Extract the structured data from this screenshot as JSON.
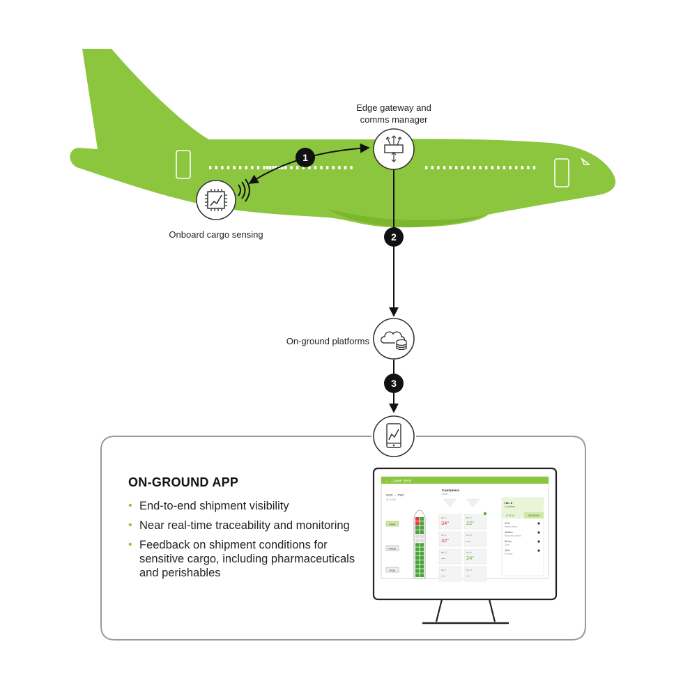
{
  "colors": {
    "plane": "#8cc63f",
    "accent_green": "#8cc63f",
    "line": "#111111",
    "icon_stroke": "#333333",
    "panel_border": "#999999",
    "temp_red": "#e03a3a",
    "temp_green": "#5aae2a"
  },
  "labels": {
    "gateway_line1": "Edge gateway and",
    "gateway_line2": "comms manager",
    "sensing": "Onboard cargo sensing",
    "platforms": "On-ground platforms"
  },
  "steps": [
    "1",
    "2",
    "3"
  ],
  "icons": {
    "sensing": "chip-signal-icon",
    "gateway": "router-antenna-icon",
    "platforms": "cloud-database-icon",
    "app": "tablet-chart-icon"
  },
  "panel": {
    "title": "ON-GROUND APP",
    "bullet_symbol": "•",
    "bullets": [
      "End-to-end shipment visibility",
      "Near real-time traceability and monitoring",
      "Feedback on shipment conditions for sensitive cargo, including pharmaceuticals and perishables"
    ]
  },
  "screen": {
    "back_arrow": "←",
    "header": "Lower deck",
    "section_title": "Containers",
    "section_sub": "Front",
    "route": "SVO → TXO",
    "route_sub": "SU 1234",
    "buttons": [
      "Front",
      "Middle",
      "Rear"
    ],
    "cards": [
      {
        "id": "no. 1",
        "temp": "34°",
        "status": "red"
      },
      {
        "id": "no. 4",
        "temp": "22°",
        "status": "green"
      },
      {
        "id": "no. 2",
        "temp": "32°",
        "status": "red"
      },
      {
        "id": "no. 5",
        "temp": "—",
        "status": "none"
      },
      {
        "id": "no. 3",
        "temp": "—",
        "status": "none"
      },
      {
        "id": "no. 6",
        "temp": "24°",
        "status": "green"
      },
      {
        "id": "no. 7",
        "temp": "—",
        "status": "none"
      },
      {
        "id": "no. 8",
        "temp": "—",
        "status": "none"
      }
    ],
    "detail_title": "no. 1",
    "detail_sub": "Container",
    "detail_tabs": [
      "STATUS",
      "SENSORS"
    ],
    "detail_rows": [
      {
        "value": "47%",
        "label": "Battery status",
        "icon": "battery-icon"
      },
      {
        "value": "4040m",
        "label": "Barometric height",
        "icon": "arrow-down-icon"
      },
      {
        "value": "30 lux",
        "label": "Light",
        "icon": "sun-icon"
      },
      {
        "value": "15%",
        "label": "Humidity",
        "icon": "drop-icon"
      }
    ]
  }
}
